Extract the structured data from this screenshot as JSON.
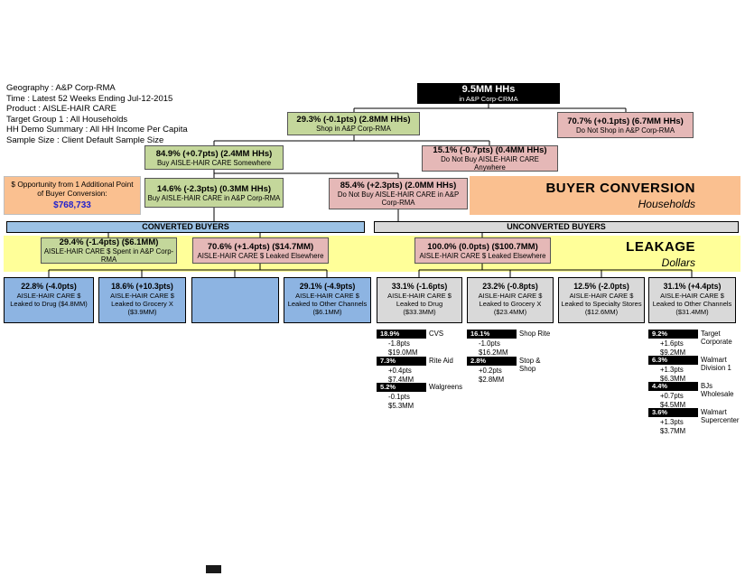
{
  "report": {
    "info_lines": [
      "Geography : A&P Corp-RMA",
      "Time : Latest 52 Weeks Ending Jul-12-2015",
      "Product : AISLE-HAIR CARE",
      "Target Group 1 : All Households",
      "HH Demo Summary : All HH Income Per Capita",
      "Sample Size : Client Default Sample Size"
    ]
  },
  "colors": {
    "green": "#C4D79B",
    "pink": "#E5B8B7",
    "blue": "#8DB4E2",
    "gray": "#D9D9D9",
    "orange": "#FAC090",
    "yellow": "#FFFF99",
    "opportunity_value": "#2222CC"
  },
  "tree": {
    "root": {
      "value": "9.5MM HHs",
      "label": "in A&P Corp-CRMA"
    },
    "shop": {
      "value": "29.3% (-0.1pts) (2.8MM HHs)",
      "label": "Shop in A&P Corp-RMA"
    },
    "do_not_shop": {
      "value": "70.7% (+0.1pts) (6.7MM HHs)",
      "label": "Do Not Shop in A&P Corp-RMA"
    },
    "buy_somewhere": {
      "value": "84.9% (+0.7pts) (2.4MM HHs)",
      "label": "Buy AISLE-HAIR CARE Somewhere"
    },
    "do_not_buy_anywhere": {
      "value": "15.1% (-0.7pts) (0.4MM HHs)",
      "label": "Do Not Buy AISLE-HAIR CARE Anywhere"
    },
    "buy_in_market": {
      "value": "14.6% (-2.3pts) (0.3MM HHs)",
      "label": "Buy AISLE-HAIR CARE in A&P Corp-RMA"
    },
    "do_not_buy_in_market": {
      "value": "85.4% (+2.3pts) (2.0MM HHs)",
      "label": "Do Not Buy AISLE-HAIR CARE in A&P Corp-RMA"
    },
    "spent_in_market": {
      "value": "29.4% (-1.4pts) ($6.1MM)",
      "label": "AISLE-HAIR CARE $ Spent in A&P Corp-RMA"
    },
    "leaked_converted": {
      "value": "70.6% (+1.4pts) ($14.7MM)",
      "label": "AISLE-HAIR CARE $ Leaked Elsewhere"
    },
    "leaked_unconverted": {
      "value": "100.0% (0.0pts) ($100.7MM)",
      "label": "AISLE-HAIR CARE $ Leaked Elsewhere"
    }
  },
  "opportunity": {
    "label_line1": "$ Opportunity from 1 Additional Point",
    "label_line2": "of Buyer Conversion:",
    "value": "$768,733"
  },
  "sections": {
    "buyer_conversion_title": "BUYER CONVERSION",
    "buyer_conversion_subtitle": "Households",
    "leakage_title": "LEAKAGE",
    "leakage_subtitle": "Dollars",
    "converted_header": "CONVERTED BUYERS",
    "unconverted_header": "UNCONVERTED BUYERS"
  },
  "converted_leaks": [
    {
      "value": "22.8% (-4.0pts)",
      "label1": "AISLE-HAIR CARE $",
      "label2": "Leaked to Drug ($4.8MM)"
    },
    {
      "value": "18.6% (+10.3pts)",
      "label1": "AISLE-HAIR CARE $",
      "label2": "Leaked to Grocery X ($3.9MM)"
    },
    {
      "value": "",
      "label1": "",
      "label2": ""
    },
    {
      "value": "29.1% (-4.9pts)",
      "label1": "AISLE-HAIR CARE $",
      "label2": "Leaked to Other Channels ($6.1MM)"
    }
  ],
  "unconverted_leaks": [
    {
      "value": "33.1% (-1.6pts)",
      "label1": "AISLE-HAIR CARE $",
      "label2": "Leaked to Drug ($33.3MM)"
    },
    {
      "value": "23.2% (-0.8pts)",
      "label1": "AISLE-HAIR CARE $",
      "label2": "Leaked to Grocery X ($23.4MM)"
    },
    {
      "value": "12.5% (-2.0pts)",
      "label1": "AISLE-HAIR CARE $",
      "label2": "Leaked to Specialty Stores ($12.6MM)"
    },
    {
      "value": "31.1% (+4.4pts)",
      "label1": "AISLE-HAIR CARE $",
      "label2": "Leaked to Other Channels ($31.4MM)"
    }
  ],
  "retailer_details": {
    "drug": [
      {
        "pct": "18.9%",
        "name": "CVS",
        "pts": "-1.8pts",
        "dollars": "$19.0MM"
      },
      {
        "pct": "7.3%",
        "name": "Rite Aid",
        "pts": "+0.4pts",
        "dollars": "$7.4MM"
      },
      {
        "pct": "5.2%",
        "name": "Walgreens",
        "pts": "-0.1pts",
        "dollars": "$5.3MM"
      }
    ],
    "grocery": [
      {
        "pct": "16.1%",
        "name": "Shop Rite",
        "pts": "-1.0pts",
        "dollars": "$16.2MM"
      },
      {
        "pct": "2.8%",
        "name": "Stop & Shop",
        "pts": "+0.2pts",
        "dollars": "$2.8MM"
      }
    ],
    "other_channels": [
      {
        "pct": "9.2%",
        "name": "Target Corporate",
        "pts": "+1.6pts",
        "dollars": "$9.2MM"
      },
      {
        "pct": "6.3%",
        "name": "Walmart Division 1",
        "pts": "+1.3pts",
        "dollars": "$6.3MM"
      },
      {
        "pct": "4.4%",
        "name": "BJs Wholesale",
        "pts": "+0.7pts",
        "dollars": "$4.5MM"
      },
      {
        "pct": "3.6%",
        "name": "Walmart Supercenter",
        "pts": "+1.3pts",
        "dollars": "$3.7MM"
      }
    ]
  }
}
